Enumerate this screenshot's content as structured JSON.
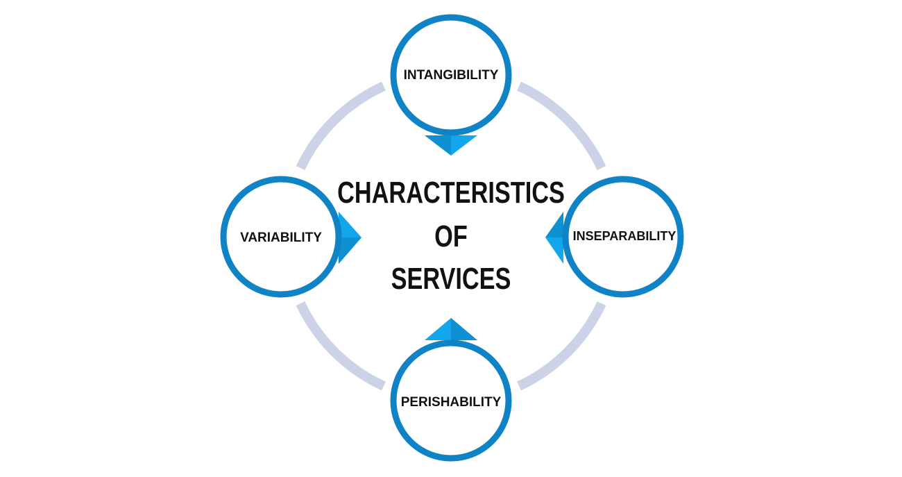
{
  "diagram": {
    "center_title": {
      "line1": "CHARACTERISTICS",
      "line2": "OF",
      "line3": "SERVICES"
    },
    "nodes": {
      "top": {
        "label": "INTANGIBILITY"
      },
      "right": {
        "label": "INSEPARABILITY"
      },
      "bottom": {
        "label": "PERISHABILITY"
      },
      "left": {
        "label": "VARIABILITY"
      }
    },
    "colors": {
      "ring_outer": "#0f83c6",
      "ring_inner_border": "#0f83c6",
      "pointer": "#11a7ea",
      "pointer_dark": "#0f83c6",
      "connector": "#cdd3e6",
      "text": "#111111",
      "background": "#ffffff"
    }
  }
}
